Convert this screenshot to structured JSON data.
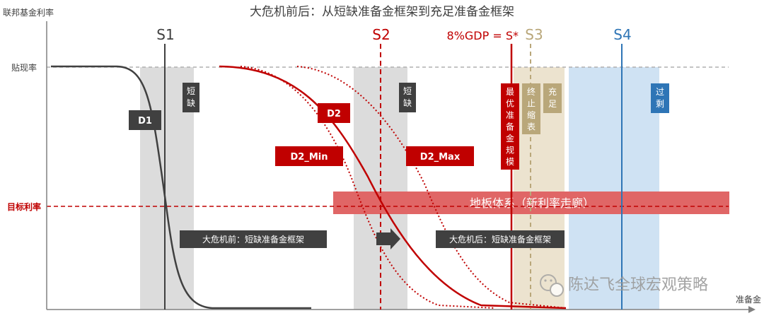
{
  "title": "大危机前后：从短缺准备金框架到充足准备金框架",
  "axes": {
    "y_label": "联邦基金利率",
    "x_label": "准备金",
    "discount_rate_label": "贴现率",
    "target_rate_label": "目标利率"
  },
  "supply_lines": {
    "s1": "S1",
    "s2": "S2",
    "s_star": "8%GDP = S*",
    "s3": "S3",
    "s4": "S4"
  },
  "demand_curves": {
    "d1": "D1",
    "d2": "D2",
    "d2_min": "D2_Min",
    "d2_max": "D2_Max"
  },
  "zone_labels": {
    "shortage_1": "短缺",
    "shortage_2": "短缺",
    "optimal": "最优准备金规模",
    "end_taper": "终止缩表",
    "ample": "充足",
    "excess": "过剩"
  },
  "floor_system_label": "地板体系（新利率走廊）",
  "captions": {
    "pre_crisis": "大危机前：短缺准备金框架",
    "post_crisis": "大危机后：短缺准备金框架"
  },
  "watermark": "陈达飞全球宏观策略",
  "colors": {
    "red": "#c00000",
    "dark_gray": "#404040",
    "light_gray": "#d9d9d9",
    "beige": "#b9a77a",
    "blue": "#2e75b6",
    "light_blue": "#bdd7ee",
    "floor_band": "#e06666"
  }
}
